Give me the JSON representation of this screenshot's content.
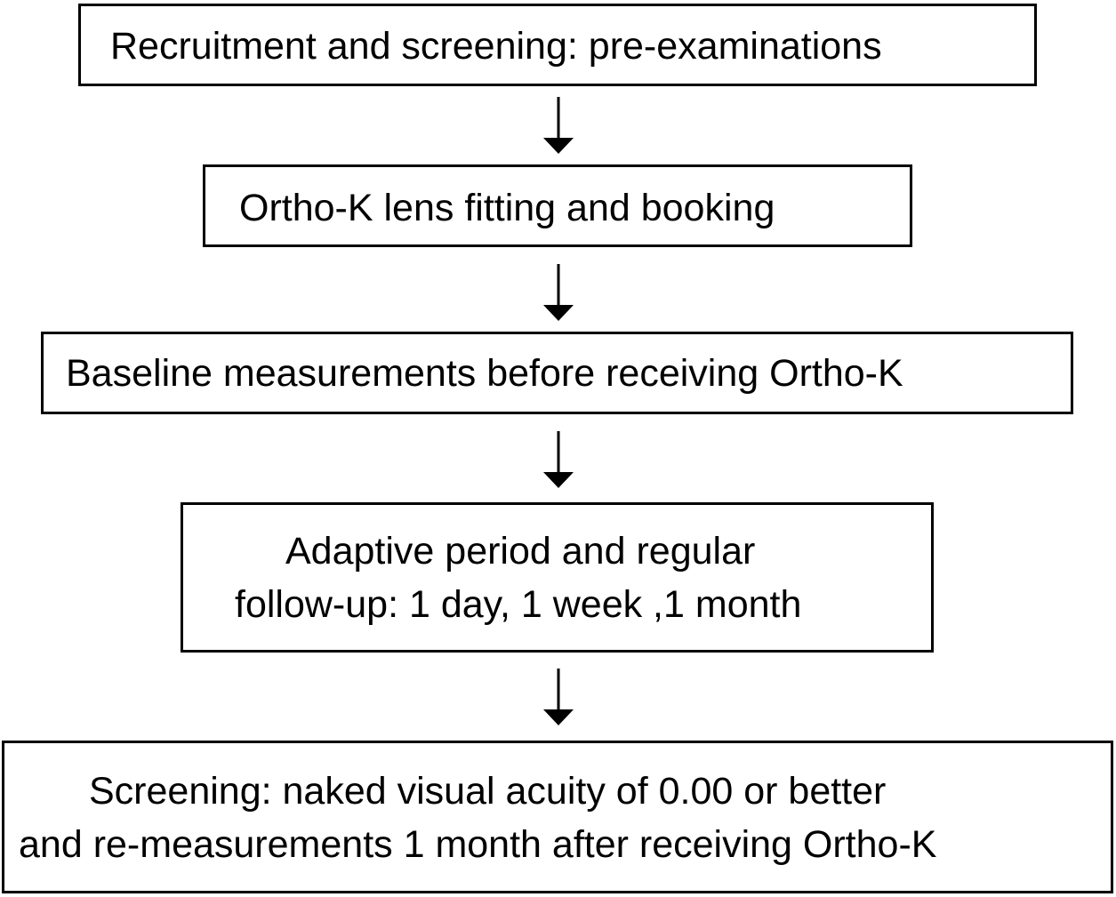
{
  "flowchart": {
    "steps": [
      {
        "lines": [
          "Recruitment and screening: pre-examinations"
        ]
      },
      {
        "lines": [
          "Ortho-K lens fitting and booking"
        ]
      },
      {
        "lines": [
          "Baseline measurements before receiving Ortho-K"
        ]
      },
      {
        "lines": [
          "Adaptive period and regular",
          "follow-up: 1 day, 1 week ,1 month"
        ]
      },
      {
        "lines": [
          "Screening: naked visual acuity of 0.00 or better",
          "and re-measurements 1 month after receiving Ortho-K"
        ]
      }
    ],
    "colors": {
      "border": "#000000",
      "text": "#000000",
      "background": "#ffffff"
    }
  }
}
